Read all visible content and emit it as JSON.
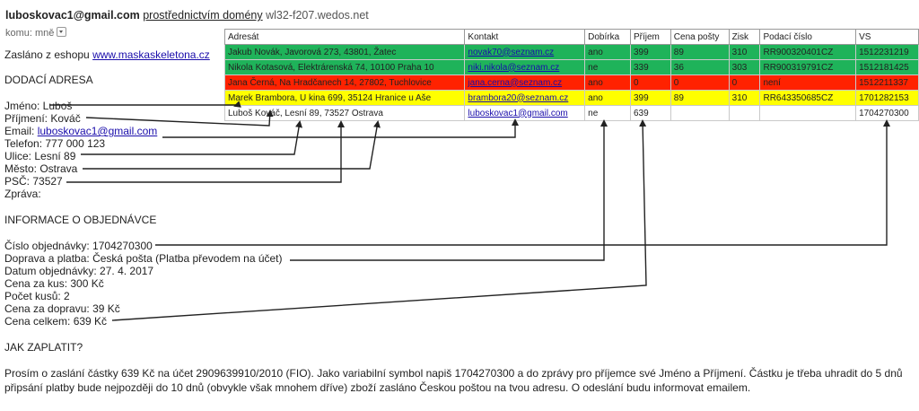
{
  "header": {
    "sender": "luboskovac1@gmail.com",
    "via": "prostřednictvím domény",
    "host": "wl32-f207.wedos.net",
    "to_label": "komu: mně"
  },
  "body": {
    "sent_from_prefix": "Zasláno z eshopu",
    "shop_link": "www.maskaskeletona.cz",
    "delivery_heading": "DODACÍ ADRESA",
    "name_line": "Jméno: Luboš",
    "surname_line": "Příjmení: Kováč",
    "email_prefix": "Email:",
    "email_link": "luboskovac1@gmail.com",
    "phone_line": "Telefon: 777 000 123",
    "street_line": "Ulice: Lesní 89",
    "city_line": "Město: Ostrava",
    "zip_line": "PSČ: 73527",
    "message_line": "Zpráva:",
    "order_heading": "INFORMACE O OBJEDNÁVCE",
    "order_number_line": "Číslo objednávky: 1704270300",
    "shipping_line": "Doprava a platba: Česká pošta (Platba převodem na účet)",
    "order_date_line": "Datum objednávky: 27. 4. 2017",
    "unit_price_line": "Cena za kus: 300 Kč",
    "quantity_line": "Počet kusů: 2",
    "shipping_price_line": "Cena za dopravu: 39 Kč",
    "total_line": "Cena celkem: 639 Kč",
    "pay_heading": "JAK ZAPLATIT?",
    "pay_text_1": "Prosím o zaslání částky 639 Kč na účet 2909639910/2010 (FIO). Jako variabilní symbol napiš 1704270300 a do zprávy pro příjemce své Jméno a Příjmení. Částku je třeba uhradit do 5 dnů",
    "pay_text_2": "připsání platby bude nejpozději do 10 dnů (obvykle však mnohem dříve) zboží zasláno Českou poštou na tvou adresu. O odeslání budu informovat emailem."
  },
  "table": {
    "headers": [
      "Adresát",
      "Kontakt",
      "Dobírka",
      "Příjem",
      "Cena pošty",
      "Zisk",
      "Podací číslo",
      "VS"
    ],
    "rows": [
      {
        "style": "green",
        "cells": [
          "Jakub Novák, Javorová 273, 43801, Žatec",
          "novak70@seznam.cz",
          "ano",
          "399",
          "89",
          "310",
          "RR900320401CZ",
          "1512231219"
        ]
      },
      {
        "style": "green",
        "cells": [
          "Nikola  Kotasová, Elektrárenská 74, 10100 Praha 10",
          "niki.nikola@seznam.cz",
          "ne",
          "339",
          "36",
          "303",
          "RR900319791CZ",
          "1512181425"
        ]
      },
      {
        "style": "red",
        "cells": [
          "Jana Černá, Na Hradčanech 14, 27802, Tuchlovice",
          "jana.cerna@seznam.cz",
          "ano",
          "0",
          "0",
          "0",
          "není",
          "1512211337"
        ]
      },
      {
        "style": "yellow",
        "cells": [
          "Marek Brambora, U kina 699, 35124 Hranice u Aše",
          "brambora20@seznam.cz",
          "ano",
          "399",
          "89",
          "310",
          "RR643350685CZ",
          "1701282153"
        ]
      },
      {
        "style": "white",
        "cells": [
          "Luboš Kováč, Lesní 89, 73527 Ostrava",
          "luboskovac1@gmail.com",
          "ne",
          "639",
          "",
          "",
          "",
          "1704270300"
        ]
      }
    ]
  },
  "colors": {
    "green_row": "#1fb35a",
    "red_row": "#ff2200",
    "yellow_row": "#ffff00",
    "link": "#1a0dab"
  }
}
